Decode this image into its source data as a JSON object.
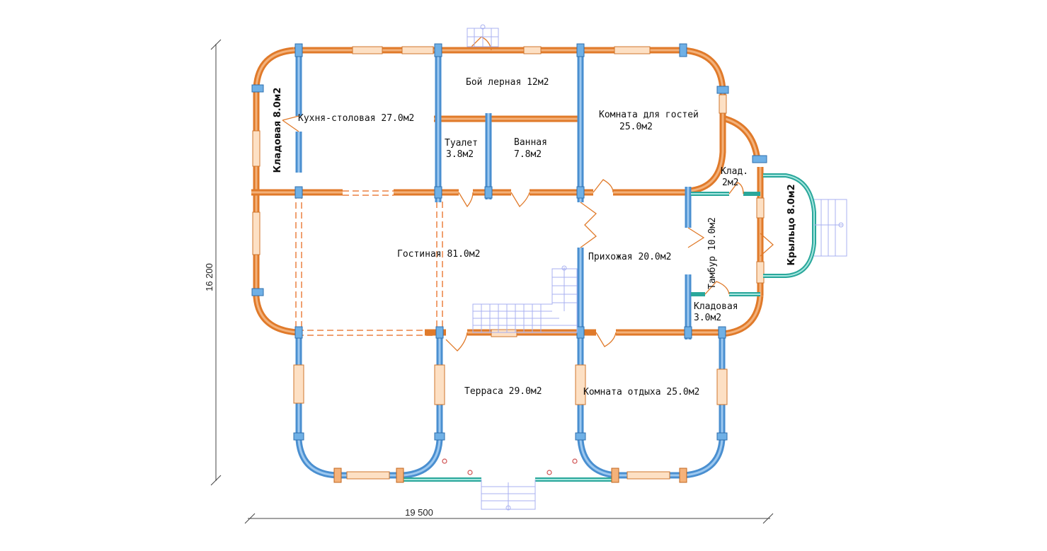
{
  "rooms": {
    "boiler": "Бой лерная 12м2",
    "kitchen": "Кухня-столовая 27.0м2",
    "pantry_left": "Кладовая 8.0м2",
    "guest_room": "Комната для гостей",
    "guest_room_area": "25.0м2",
    "toilet": "Туалет",
    "toilet_area": "3.8м2",
    "bath": "Ванная",
    "bath_area": "7.8м2",
    "closet": "Клад.",
    "closet_area": "2м2",
    "porch": "Крыльцо 8.0м2",
    "living": "Гостиная 81.0м2",
    "hall": "Прихожая 20.0м2",
    "vestibule": "Тамбур 10.0м2",
    "pantry_small": "Кладовая",
    "pantry_small_area": "3.0м2",
    "terrace": "Терраса 29.0м2",
    "rest_room": "Комната отдыха 25.0м2"
  },
  "dimensions": {
    "height": "16 200",
    "width": "19 500"
  },
  "colors": {
    "wall_log": "#e07a2a",
    "wall_blue": "#4a8fd0",
    "wall_teal": "#2aa79b",
    "stair": "#a8b0f0"
  }
}
